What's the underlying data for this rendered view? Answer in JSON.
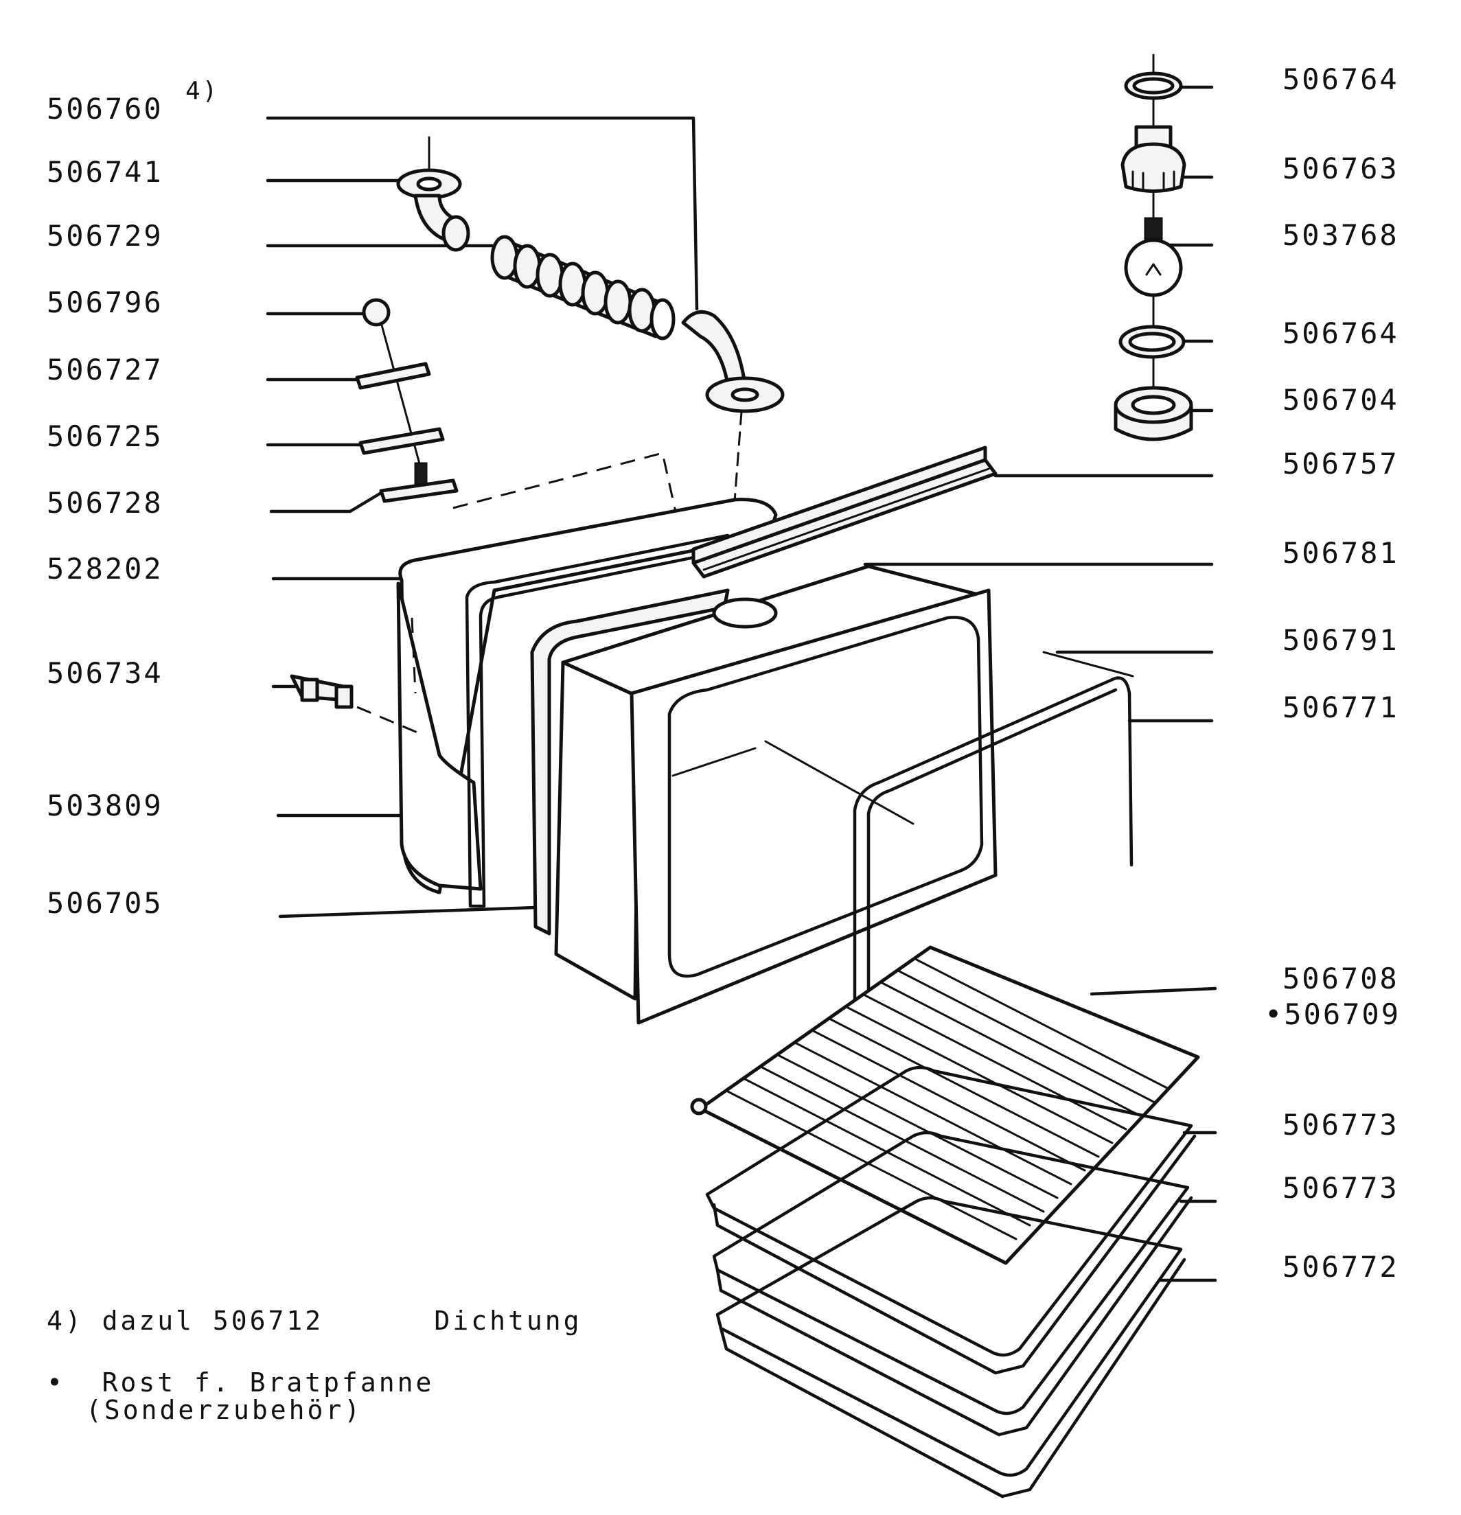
{
  "diagram": {
    "left_labels": [
      {
        "id": "l1",
        "text": "506760"
      },
      {
        "id": "l2",
        "text": "506741"
      },
      {
        "id": "l3",
        "text": "506729"
      },
      {
        "id": "l4",
        "text": "506796"
      },
      {
        "id": "l5",
        "text": "506727"
      },
      {
        "id": "l6",
        "text": "506725"
      },
      {
        "id": "l7",
        "text": "506728"
      },
      {
        "id": "l8",
        "text": "528202"
      },
      {
        "id": "l9",
        "text": "506734"
      },
      {
        "id": "l10",
        "text": "503809"
      },
      {
        "id": "l11",
        "text": "506705"
      }
    ],
    "right_labels": [
      {
        "id": "r1",
        "text": "506764"
      },
      {
        "id": "r2",
        "text": "506763"
      },
      {
        "id": "r3",
        "text": "503768"
      },
      {
        "id": "r4",
        "text": "506764"
      },
      {
        "id": "r5",
        "text": "506704"
      },
      {
        "id": "r6",
        "text": "506757"
      },
      {
        "id": "r7",
        "text": "506781"
      },
      {
        "id": "r8",
        "text": "506791"
      },
      {
        "id": "r9",
        "text": "506771"
      },
      {
        "id": "r10",
        "text": "506708"
      },
      {
        "id": "r11",
        "text": "•506709"
      },
      {
        "id": "r12",
        "text": "506773"
      },
      {
        "id": "r13",
        "text": "506773"
      },
      {
        "id": "r14",
        "text": "506772"
      }
    ],
    "footnote_mark": "4)",
    "notes": {
      "note1": "4) dazul 506712      Dichtung",
      "note2": "•  Rost f. Bratpfanne",
      "note3": "(Sonderzubehör)"
    }
  }
}
